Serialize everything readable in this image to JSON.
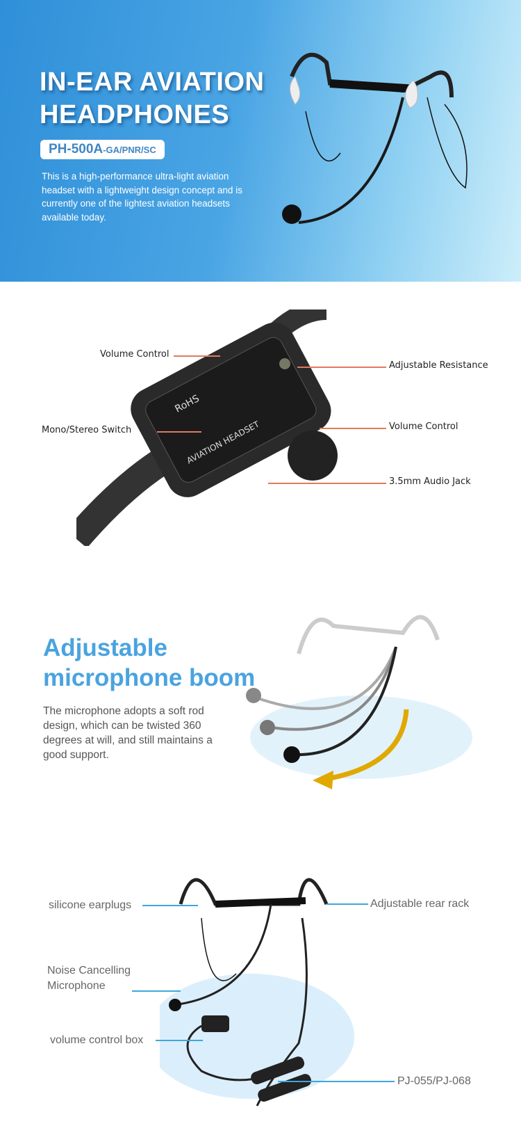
{
  "hero": {
    "title_line1": "IN-EAR AVIATION",
    "title_line2": "HEADPHONES",
    "model": "PH-500A",
    "model_suffix": "-GA/PNR/SC",
    "description": "This is a high-performance ultra-light aviation headset with a lightweight design concept and is currently one of the lightest aviation headsets available today."
  },
  "control_box": {
    "device_text1": "RoHS",
    "device_text2": "AVIATION HEADSET",
    "labels": [
      "Volume Control",
      "Adjustable Resistance",
      "Mono/Stereo Switch",
      "Volume Control",
      "3.5mm Audio Jack"
    ]
  },
  "boom": {
    "title_line1": "Adjustable",
    "title_line2": "microphone boom",
    "description": "The microphone adopts a soft rod design, which can be twisted 360 degrees at will, and still maintains a good support."
  },
  "parts": {
    "labels": [
      "silicone earplugs",
      "Adjustable rear rack",
      "Noise Cancelling",
      "Microphone",
      "volume control box",
      "PJ-055/PJ-068"
    ]
  },
  "colors": {
    "hero_blue": "#2f8fd8",
    "accent_blue": "#4aa3df",
    "callout_orange": "#e07a5f",
    "callout_blue": "#3fa6dc",
    "arrow_yellow": "#e0a800"
  }
}
